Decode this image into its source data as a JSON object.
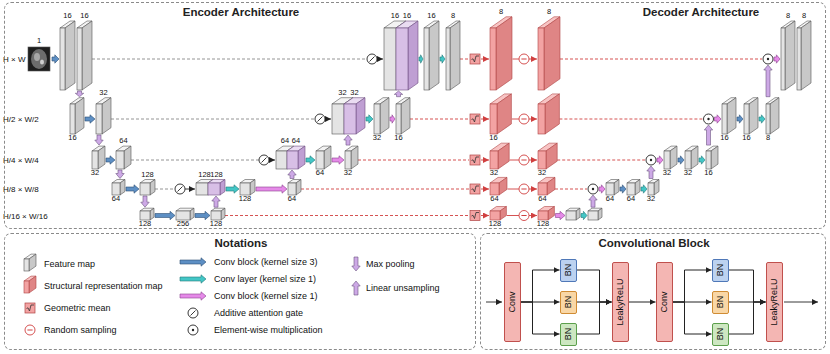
{
  "diagram": {
    "nodes": [
      {
        "text": [
          "Encoder Architecture",
          "Decoder Architecture"
        ]
      },
      {
        "text": [
          "Notations"
        ]
      },
      {
        "text": [
          "Convolutional Block"
        ]
      },
      {
        "text": [
          "Conv"
        ],
        "in": 2
      },
      {
        "text": [
          "BN"
        ],
        "in": 2
      },
      {
        "text": [
          "BN"
        ],
        "in": 2
      },
      {
        "text": [
          "BN"
        ],
        "in": 2
      },
      {
        "text": [
          "LeakyReLU"
        ],
        "in": 2
      },
      {
        "text": [
          "Conv"
        ],
        "in": 2
      },
      {
        "text": [
          "BN"
        ],
        "in": 2
      },
      {
        "text": [
          "BN"
        ],
        "in": 2
      },
      {
        "text": [
          "BN"
        ],
        "in": 2
      },
      {
        "text": [
          "LeakyReLU"
        ],
        "in": 2
      }
    ],
    "edges": [
      {
        "from": 3,
        "to": 4,
        "arrow": "to"
      },
      {
        "from": 3,
        "to": 5,
        "arrow": "to"
      },
      {
        "from": 3,
        "to": 6,
        "arrow": "to"
      },
      {
        "from": 4,
        "to": 7,
        "arrow": "to"
      },
      {
        "from": 5,
        "to": 7,
        "arrow": "to"
      },
      {
        "from": 6,
        "to": 7,
        "arrow": "to"
      },
      {
        "from": 7,
        "to": 8,
        "arrow": "to"
      },
      {
        "from": 8,
        "to": 9,
        "arrow": "to"
      },
      {
        "from": 8,
        "to": 10,
        "arrow": "to"
      },
      {
        "from": 8,
        "to": 11,
        "arrow": "to"
      },
      {
        "from": 9,
        "to": 12,
        "arrow": "to"
      },
      {
        "from": 10,
        "to": 12,
        "arrow": "to"
      },
      {
        "from": 11,
        "to": 12,
        "arrow": "to"
      }
    ],
    "labels": [
      "1",
      "H × W",
      "H/2 × W/2",
      "H/4 × W/4",
      "H/8 × W/8",
      "H/16 × W/16",
      "16",
      "16",
      "16",
      "32",
      "32",
      "64",
      "64",
      "128",
      "128",
      "256",
      "128",
      "128",
      "128",
      "128",
      "64",
      "64",
      "64",
      "64",
      "32",
      "32",
      "32",
      "32",
      "16",
      "16",
      "16",
      "16",
      "8",
      "8",
      "8",
      "16",
      "32",
      "32",
      "64",
      "64",
      "128",
      "128",
      "64",
      "64",
      "32",
      "32",
      "32",
      "16",
      "16",
      "16",
      "8",
      "8",
      "8"
    ],
    "legend": [
      {
        "text": "Feature map"
      },
      {
        "text": "Structural representation map"
      },
      {
        "text": "Geometric mean"
      },
      {
        "text": "Random sampling"
      },
      {
        "text": "Conv block (kernel size 3)"
      },
      {
        "text": "Conv layer (kernel size 1)"
      },
      {
        "text": "Conv block (kernel size 1)"
      },
      {
        "text": "Additive attention gate"
      },
      {
        "text": "Element-wise multiplication"
      },
      {
        "text": "Max pooling"
      },
      {
        "text": "Linear unsampling"
      }
    ]
  }
}
